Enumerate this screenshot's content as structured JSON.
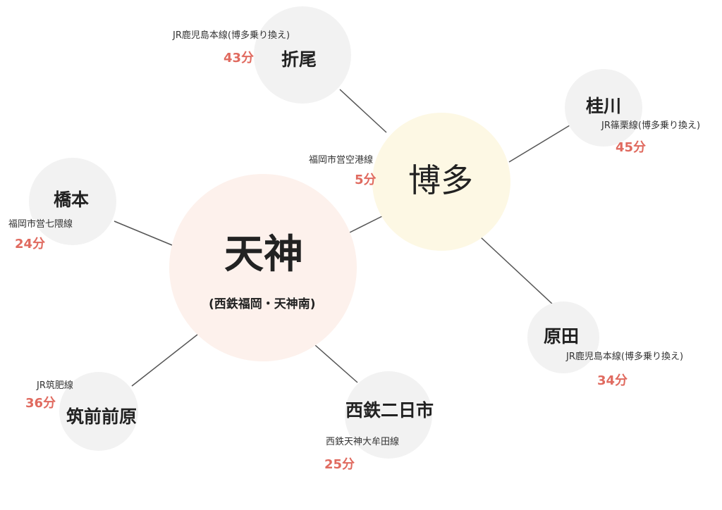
{
  "hubs": {
    "tenjin": {
      "name": "天神",
      "sub": "(西鉄福岡・天神南)"
    },
    "hakata": {
      "name": "博多"
    }
  },
  "hakata_link": {
    "line": "福岡市営空港線",
    "minutes": "5分"
  },
  "stations": {
    "orio": {
      "name": "折尾",
      "line": "JR鹿児島本線(博多乗り換え)",
      "minutes": "43分"
    },
    "katsuragawa": {
      "name": "桂川",
      "line": "JR篠栗線(博多乗り換え)",
      "minutes": "45分"
    },
    "harada": {
      "name": "原田",
      "line": "JR鹿児島本線(博多乗り換え)",
      "minutes": "34分"
    },
    "hashimoto": {
      "name": "橋本",
      "line": "福岡市営七隈線",
      "minutes": "24分"
    },
    "chikuzenmaebaru": {
      "name": "筑前前原",
      "line": "JR筑肥線",
      "minutes": "36分"
    },
    "nishitetsu_futsukaichi": {
      "name": "西鉄二日市",
      "line": "西鉄天神大牟田線",
      "minutes": "25分"
    }
  },
  "colors": {
    "minutes": "#e06a5f",
    "tenjin_circle": "#fdf1ec",
    "hakata_circle": "#fdf8e4",
    "station_circle": "#f2f2f2",
    "connector": "#555555"
  }
}
